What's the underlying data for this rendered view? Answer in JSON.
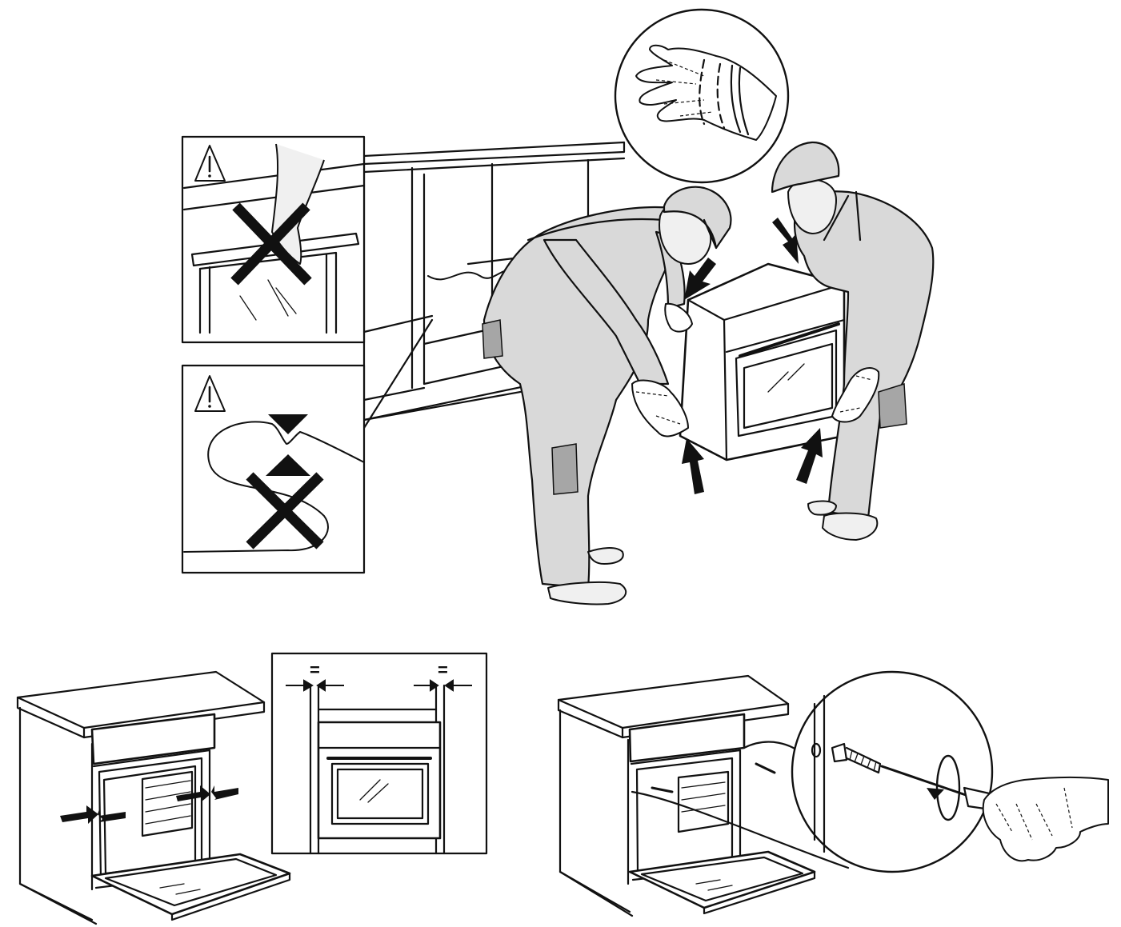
{
  "diagram": {
    "panels": [
      {
        "id": "installation-carry",
        "description_icons": [
          "safety-glove-icon",
          "hard-hat-worker",
          "warning-triangle-icon"
        ]
      },
      {
        "id": "centering",
        "labels": [
          "=",
          "="
        ]
      },
      {
        "id": "screw-fixing",
        "icons": [
          "screwdriver-icon",
          "screw-icon",
          "rotate-arrow-icon"
        ]
      }
    ],
    "labels": {
      "equal_left": "=",
      "equal_right": "="
    }
  }
}
